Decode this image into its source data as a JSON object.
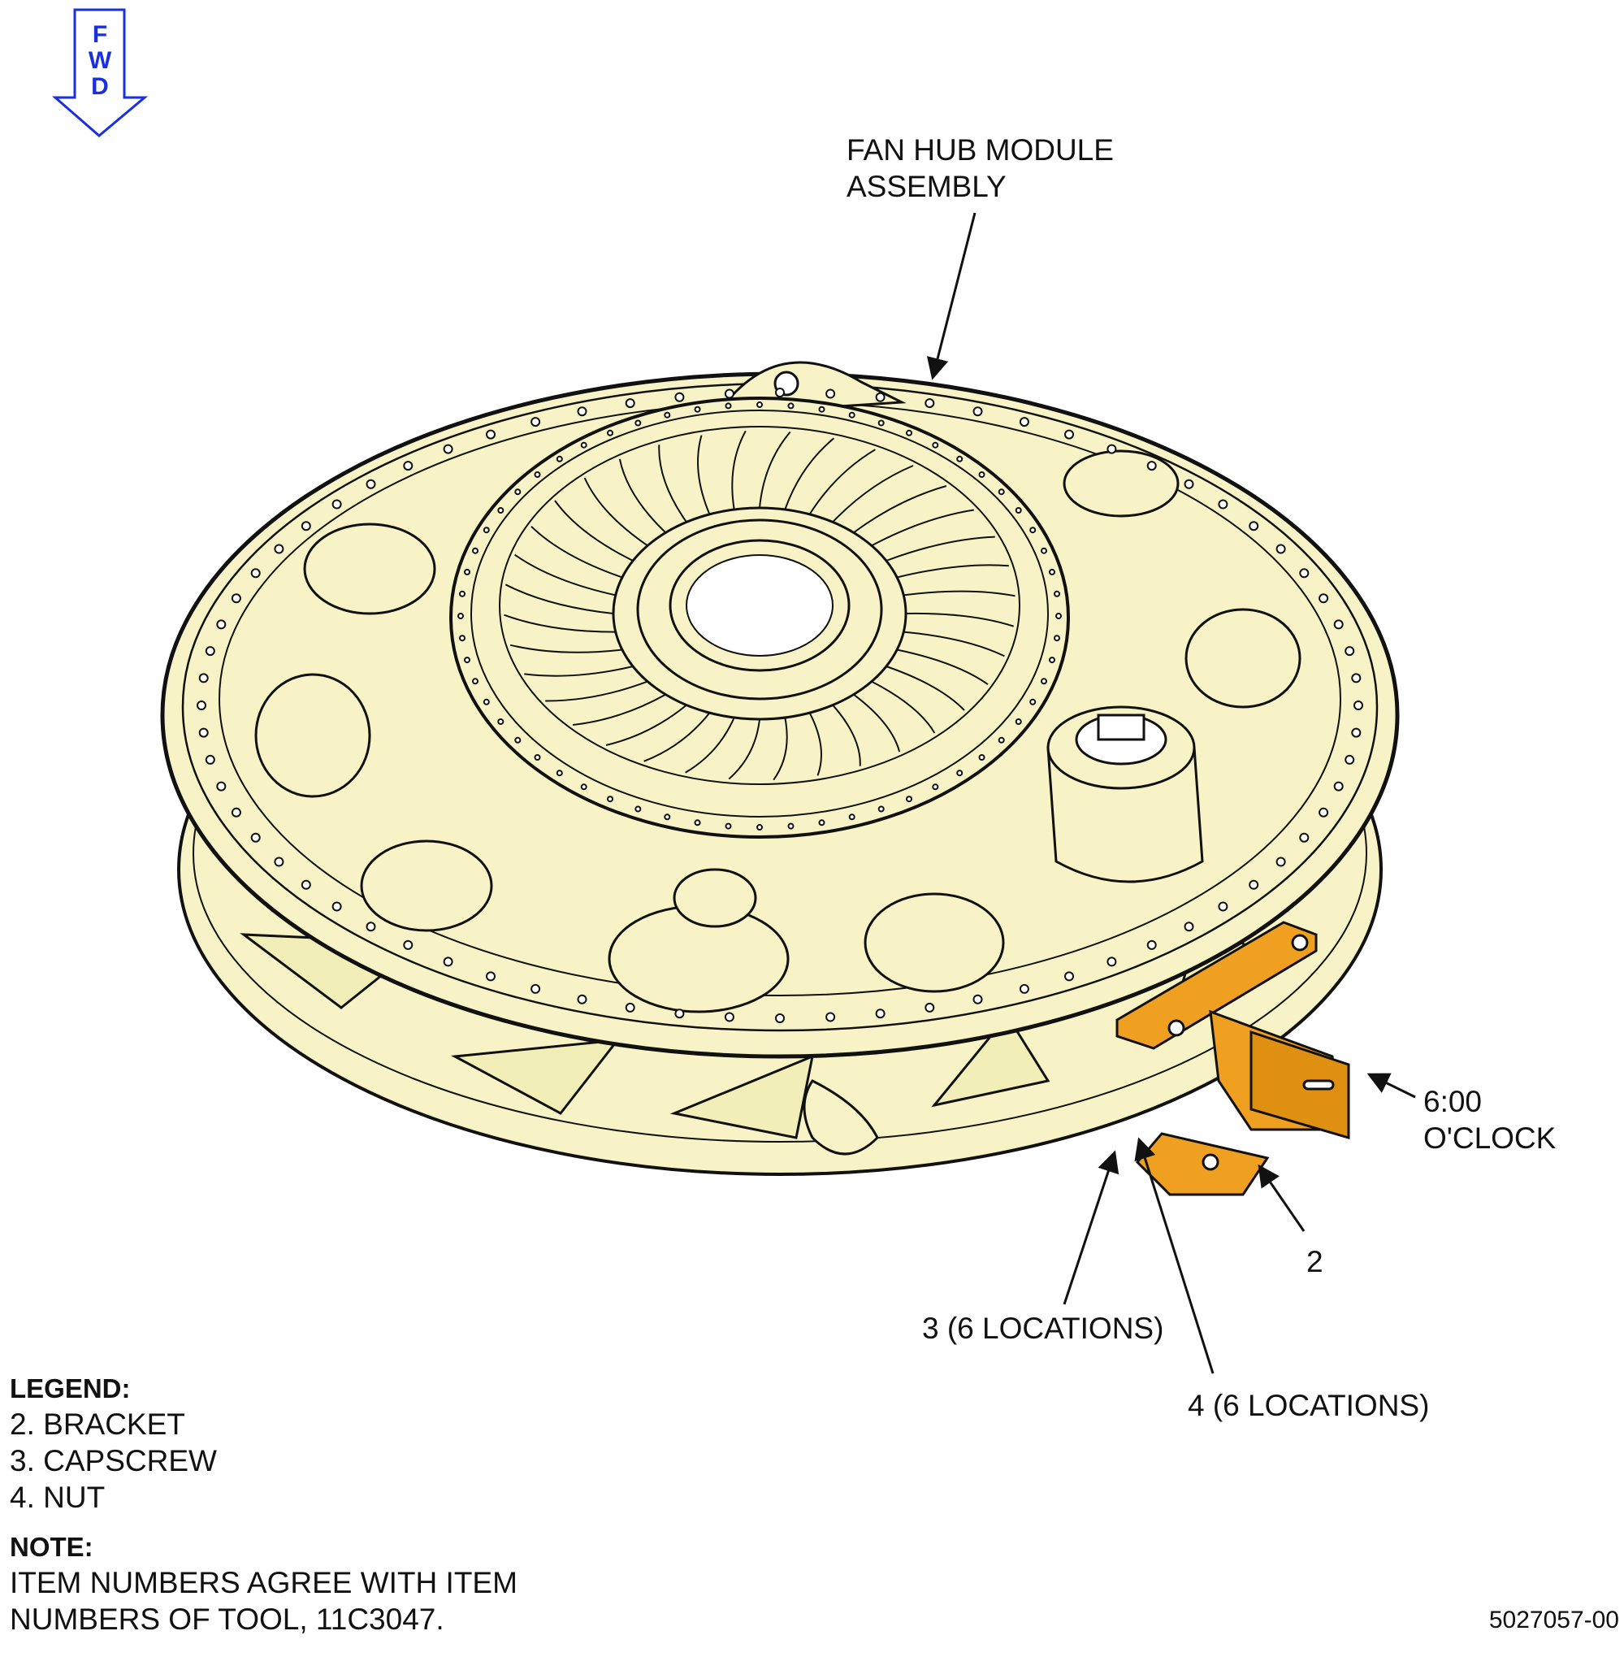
{
  "direction_indicator": {
    "letters": [
      "F",
      "W",
      "D"
    ],
    "color": "#1a2fe0"
  },
  "callouts": {
    "fan_hub": [
      "FAN HUB MODULE",
      "ASSEMBLY"
    ],
    "six_oclock": [
      "6:00",
      "O'CLOCK"
    ],
    "item2": "2",
    "item3": "3 (6 LOCATIONS)",
    "item4": "4 (6 LOCATIONS)"
  },
  "legend": {
    "heading": "LEGEND:",
    "items": [
      "2. BRACKET",
      "3. CAPSCREW",
      "4. NUT"
    ]
  },
  "note": {
    "heading": "NOTE:",
    "lines": [
      "ITEM NUMBERS AGREE WITH ITEM",
      "NUMBERS OF TOOL, 11C3047."
    ]
  },
  "figure_id": "5027057-00",
  "colors": {
    "assembly_fill": "#f7f3c6",
    "bracket_fill": "#f0a020",
    "outline": "#111111"
  }
}
